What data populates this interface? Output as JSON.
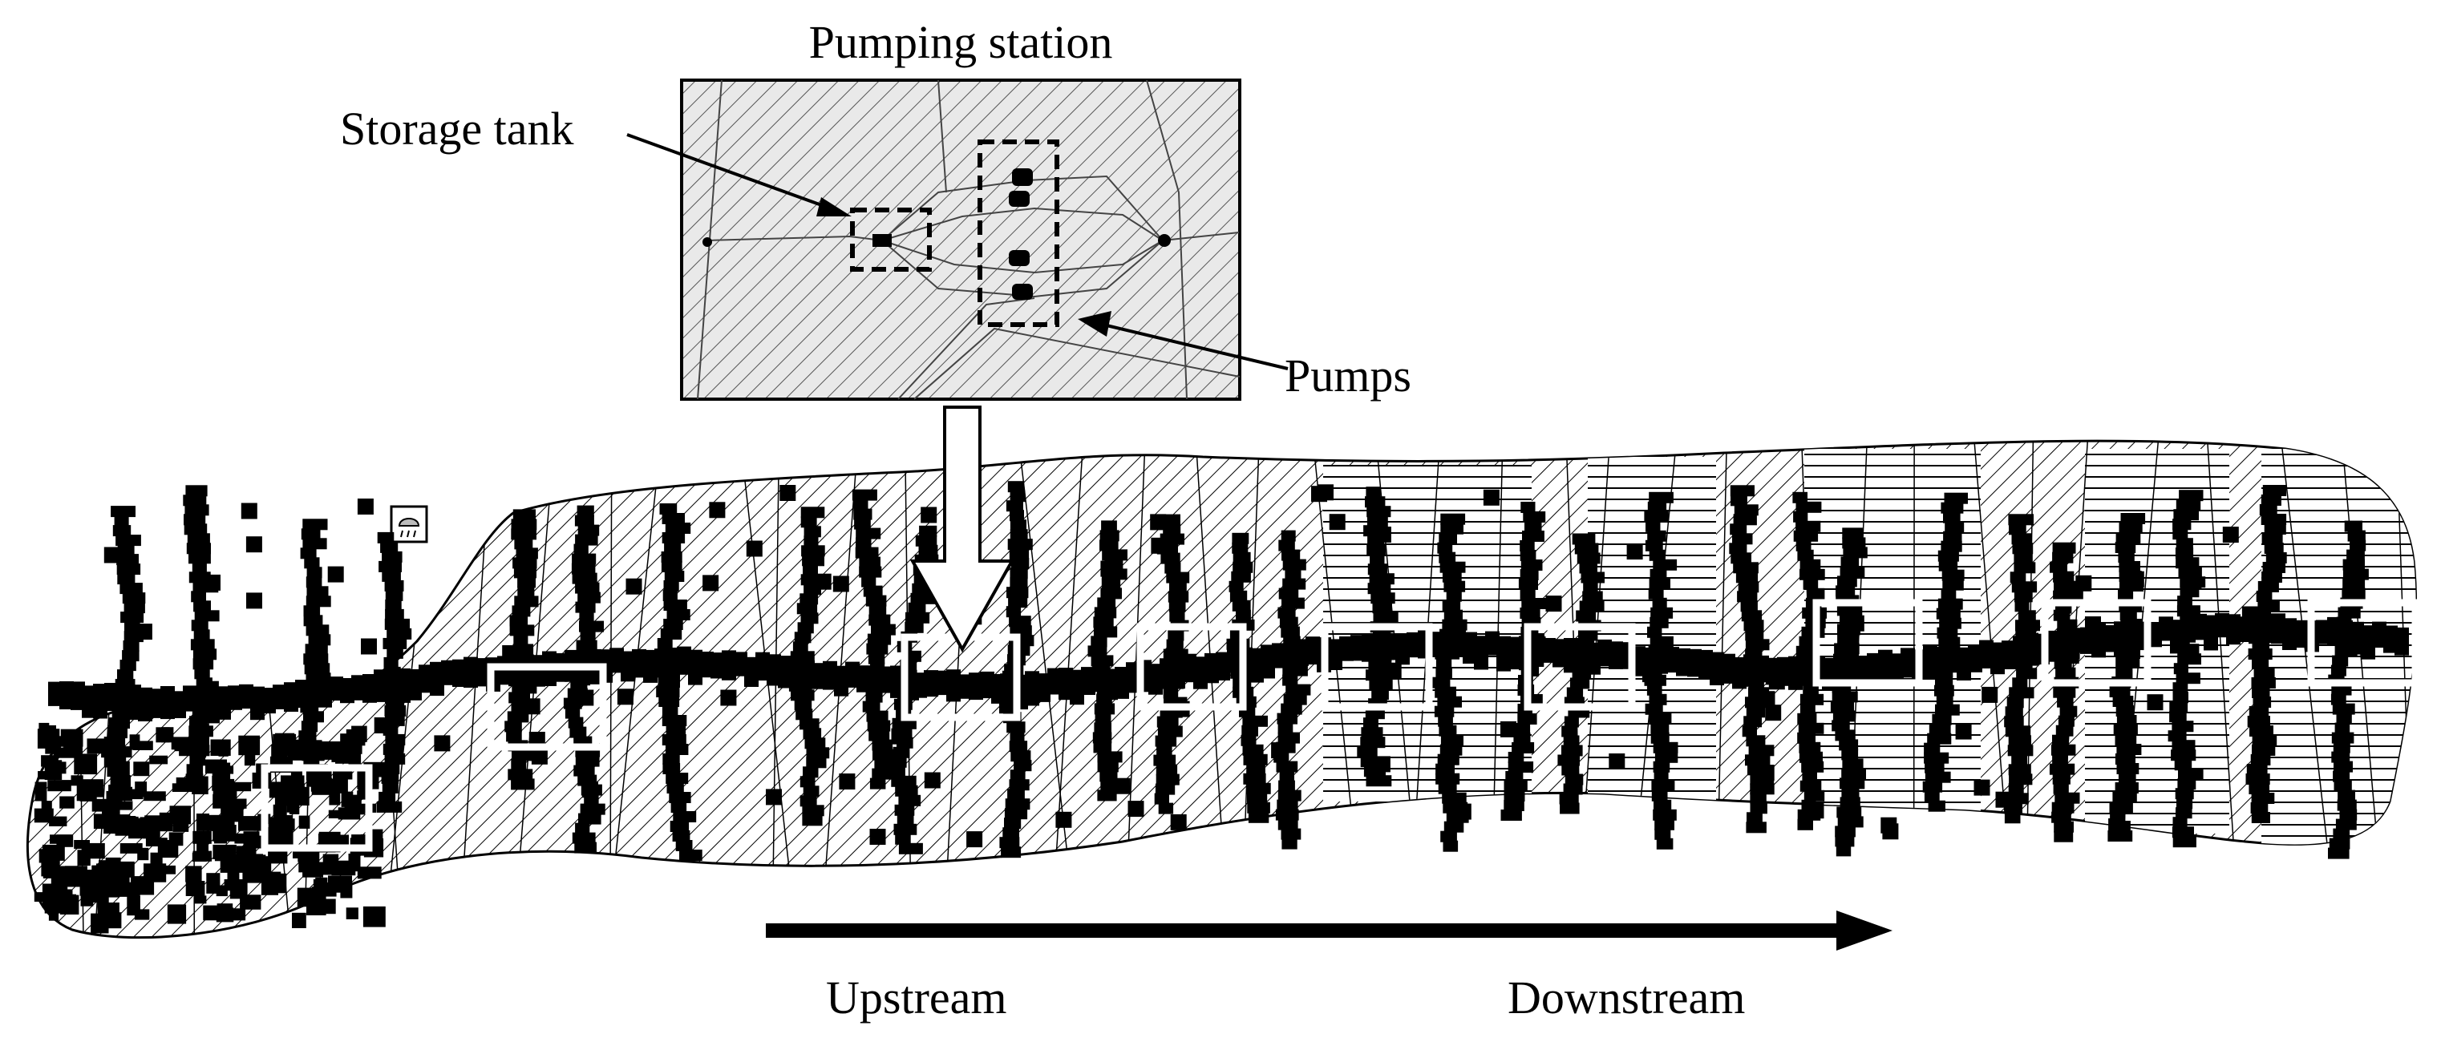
{
  "labels": {
    "pumping_station": "Pumping station",
    "storage_tank": "Storage tank",
    "pumps": "Pumps",
    "upstream": "Upstream",
    "downstream": "Downstream"
  },
  "icons": {
    "rain_gauge": "rain-gauge-icon"
  },
  "colors": {
    "ink": "#000000",
    "paper": "#ffffff",
    "inset_fill": "#e6e6e6",
    "highlight_box": "#ffffff"
  },
  "pumping_station_count": 10
}
